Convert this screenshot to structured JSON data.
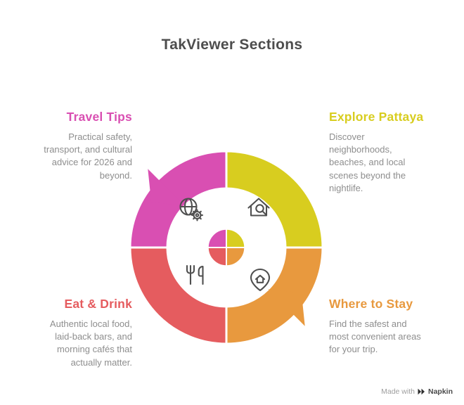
{
  "title": "TakViewer Sections",
  "colors": {
    "magenta": "#d94fb2",
    "yellow": "#d8cd1f",
    "red": "#e55c5f",
    "orange": "#e8993e",
    "title": "#4d4d4d",
    "body": "#8e8e8e",
    "icon": "#4f4f4f",
    "badge_text": "#9e9e9e",
    "badge_brand": "#4a4a4a",
    "badge_logo": "#2e2e2e"
  },
  "sections": [
    {
      "id": "travel-tips",
      "label": "Travel Tips",
      "description": "Practical safety,\ntransport, and cultural\nadvice for 2026 and\nbeyond.",
      "icon": "globe-gear-icon"
    },
    {
      "id": "explore-pattaya",
      "label": "Explore Pattaya",
      "description": "Discover\nneighborhoods,\nbeaches, and local\nscenes beyond the\nnightlife.",
      "icon": "house-search-icon"
    },
    {
      "id": "eat-drink",
      "label": "Eat & Drink",
      "description": "Authentic local food,\nlaid-back bars, and\nmorning cafés that\nactually matter.",
      "icon": "utensils-icon"
    },
    {
      "id": "where-to-stay",
      "label": "Where to Stay",
      "description": "Find the safest and\nmost convenient areas\nfor your trip.",
      "icon": "map-pin-home-icon"
    }
  ],
  "attribution": {
    "prefix": "Made with",
    "brand": "Napkin"
  }
}
